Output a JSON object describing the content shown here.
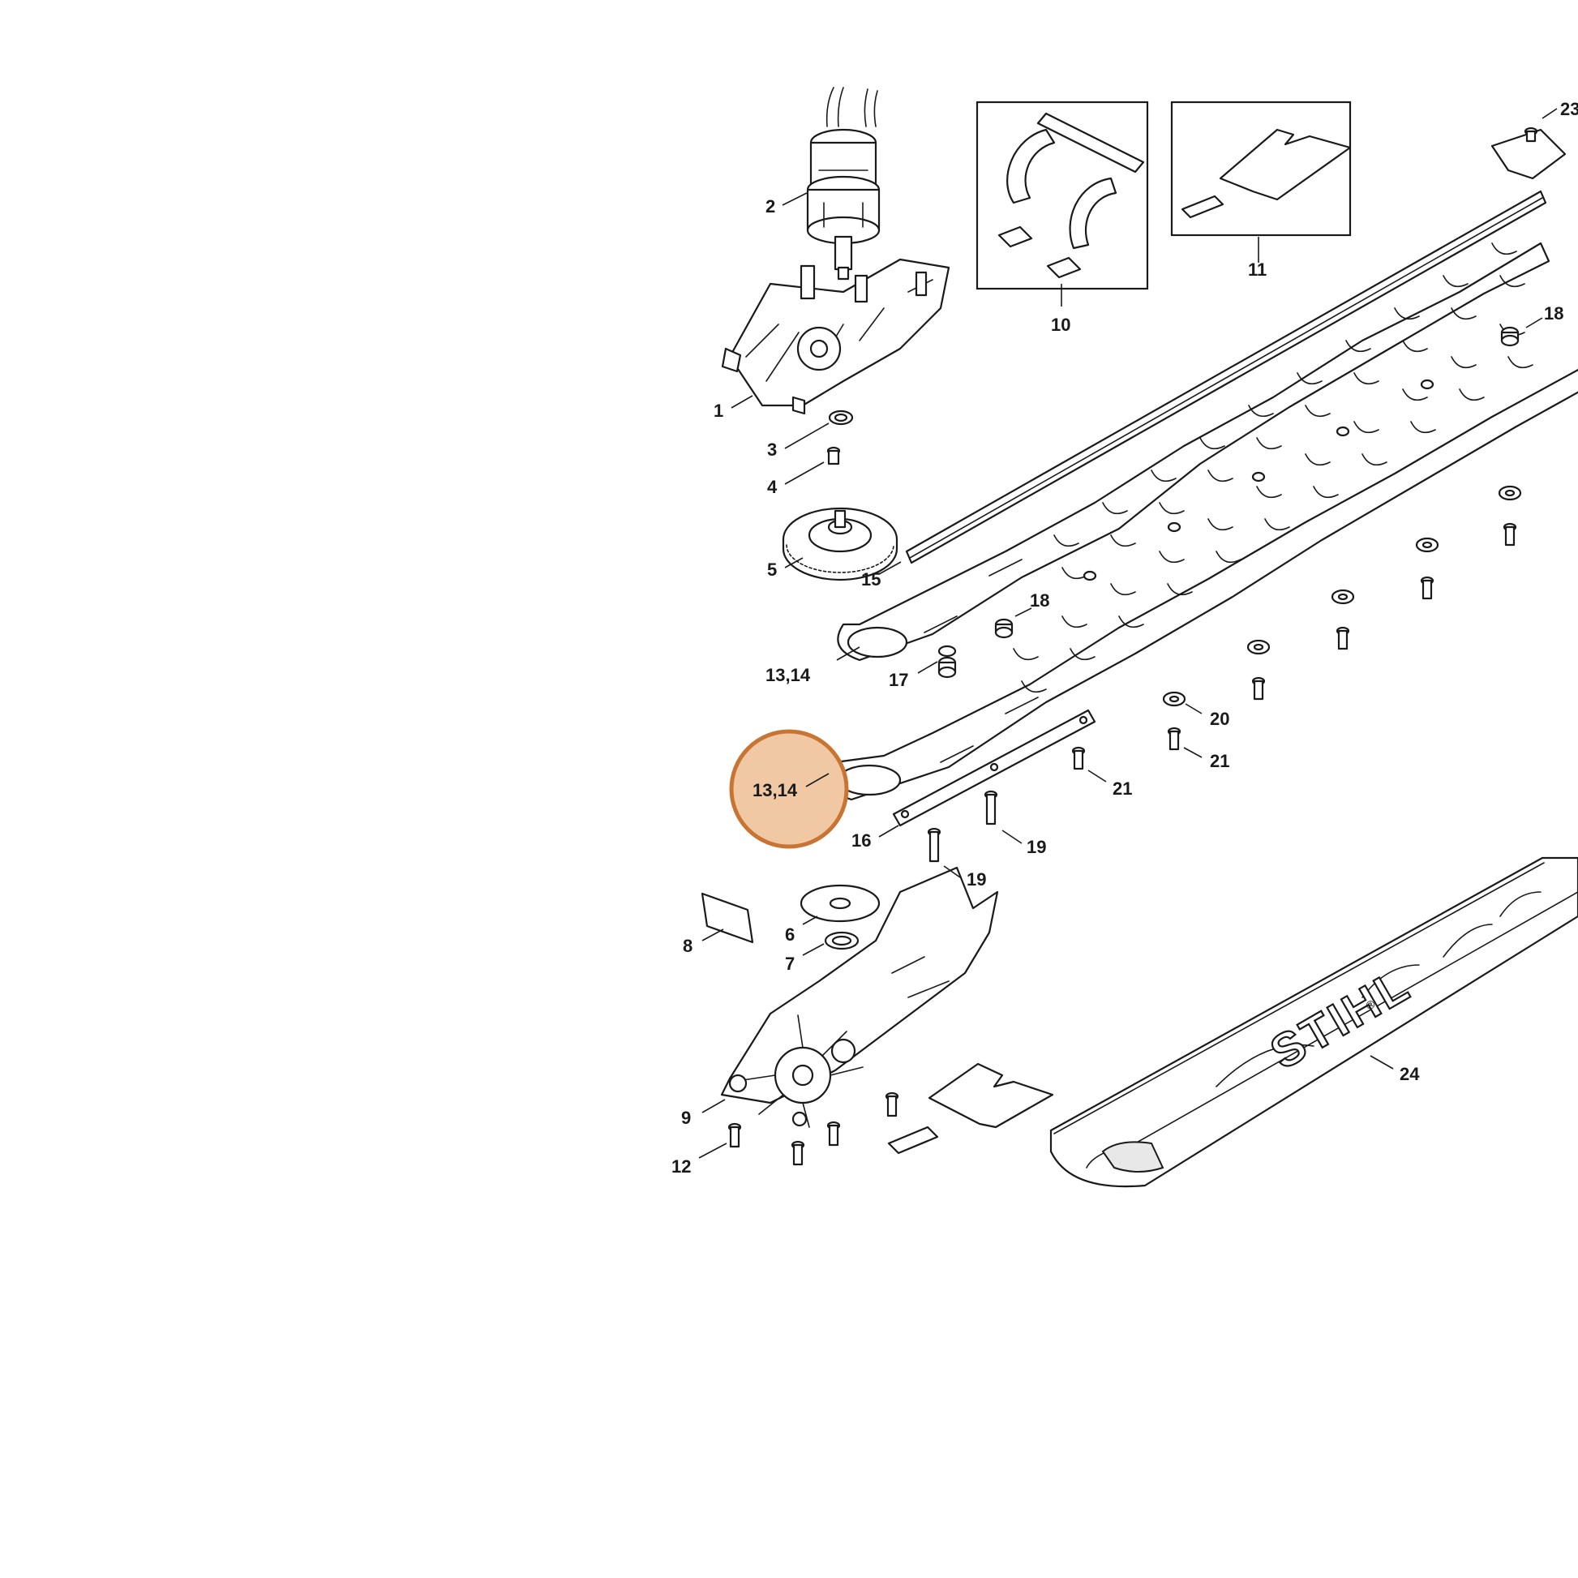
{
  "highlight": {
    "label": "13,14",
    "fill": "#f0c9a4",
    "stroke": "#c87533"
  },
  "callouts": {
    "c1": "1",
    "c2": "2",
    "c3": "3",
    "c4": "4",
    "c5": "5",
    "c6": "6",
    "c7": "7",
    "c8": "8",
    "c9": "9",
    "c10": "10",
    "c11": "11",
    "c12": "12",
    "c13_14_upper": "13,14",
    "c15": "15",
    "c16": "16",
    "c17": "17",
    "c18_upper": "18",
    "c18_lower": "18",
    "c19_upper": "19",
    "c19_lower": "19",
    "c20": "20",
    "c21_left": "21",
    "c21_right": "21",
    "c23": "23",
    "c24": "24"
  },
  "blade_cover": {
    "logo": "STIHL",
    "logo_mark": "®"
  },
  "icons": {
    "motor": "electric-motor-icon",
    "gearbox": "gearbox-housing-icon",
    "gear": "gear-wheel-icon",
    "cover": "blade-cover-icon"
  }
}
